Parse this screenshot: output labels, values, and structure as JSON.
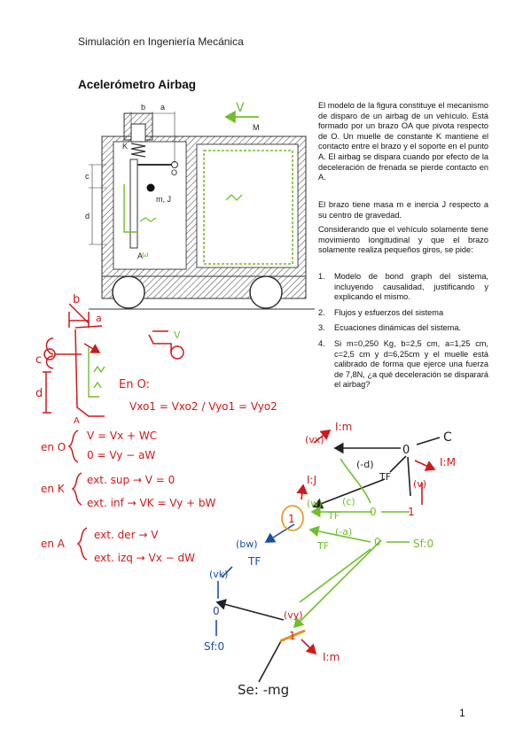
{
  "header": "Simulación en Ingeniería Mecánica",
  "title": "Acelerómetro Airbag",
  "paragraphs": [
    "El modelo de la figura constituye el mecanismo de disparo de un airbag de un vehículo. Está formado por un brazo OA que pivota respecto de O. Un muelle de constante K mantiene el contacto entre el brazo y el soporte en el punto A. El airbag se dispara cuando por efecto de la deceleración de frenada se pierde contacto en A.",
    "El brazo tiene masa m e inercia J respecto a su centro de gravedad.",
    "Considerando que el vehículo solamente tiene movimiento longitudinal y que el brazo solamente realiza pequeños giros, se pide:"
  ],
  "questions": [
    {
      "num": "1.",
      "text": "Modelo de bond graph del sistema, incluyendo causalidad, justificando y explicando el mismo."
    },
    {
      "num": "2.",
      "text": "Flujos y esfuerzos del sistema"
    },
    {
      "num": "3.",
      "text": "Ecuaciones dinámicas del sistema."
    },
    {
      "num": "4.",
      "text": "Si m=0,250 Kg, b=2,5 cm, a=1,25 cm, c=2,5 cm y d=6,25cm y el muelle está calibrado de forma que ejerce una fuerza de 7,8N, ¿a qué deceleración se disparará el airbag?"
    }
  ],
  "page_number": "1",
  "figure": {
    "labels": {
      "b": "b",
      "a": "a",
      "V": "V",
      "M": "M",
      "K": "K",
      "O": "O",
      "c": "c",
      "mJ": "m, J",
      "d": "d",
      "A": "A"
    }
  },
  "handwritten": {
    "left": {
      "b": "b",
      "a": "a",
      "c": "c",
      "d": "d",
      "A": "A",
      "V": "V",
      "en_o": "En O:",
      "eq_o": "Vxo1 = Vxo2  /  Vyo1 = Vyo2",
      "en_o_label": "en O",
      "eq_o1": "V = Vx + WC",
      "eq_o2": "0 = Vy − aW",
      "en_k": "en K",
      "eq_k1": "ext. sup → V = 0",
      "eq_k2": "ext. inf → VK = Vy + bW",
      "en_a": "en A",
      "eq_a1": "ext. der → V",
      "eq_a2": "ext. izq → Vx − dW"
    },
    "bond_graph": {
      "vx": "(vx)",
      "i_m_top": "I:m",
      "zero_top": "0",
      "c_label": "C",
      "i_M": "I:M",
      "neg_d": "(-d)",
      "tf_top": "TF",
      "v_label": "(v)",
      "i_j": "I:J",
      "one_w": "1",
      "w_label": "(w)",
      "c_ratio": "(c)",
      "tf_mid": "TF",
      "zero_mid": "0",
      "one_right": "1",
      "bw": "(bw)",
      "tf_left": "TF",
      "neg_a": "(-a)",
      "tf_low": "TF",
      "zero_low": "0",
      "sf_0": "Sf:0",
      "vk": "(vk)",
      "zero_bottom": "0",
      "sf_bottom": "Sf:0",
      "vy": "(vy)",
      "one_bottom": "1",
      "i_m_bottom": "I:m",
      "se": "Se: -mg"
    }
  },
  "colors": {
    "red": "#d01818",
    "blue": "#1a4fa0",
    "green": "#6fbf2a",
    "dark": "#222222",
    "orange": "#e8901a"
  }
}
